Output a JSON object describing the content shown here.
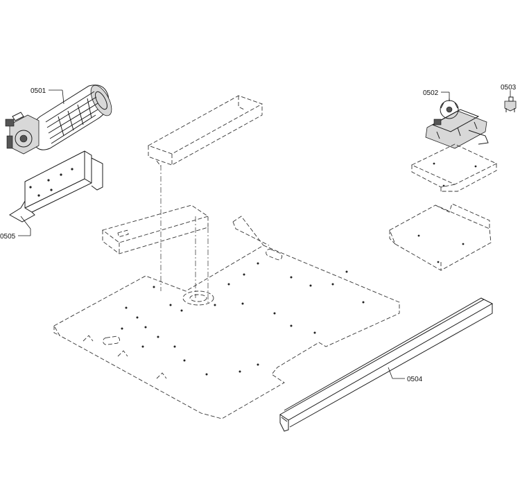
{
  "callouts": [
    {
      "id": "c0501",
      "label": "0501"
    },
    {
      "id": "c0502",
      "label": "0502"
    },
    {
      "id": "c0503",
      "label": "0503"
    },
    {
      "id": "c0504",
      "label": "0504"
    },
    {
      "id": "c0505",
      "label": "0505"
    }
  ]
}
